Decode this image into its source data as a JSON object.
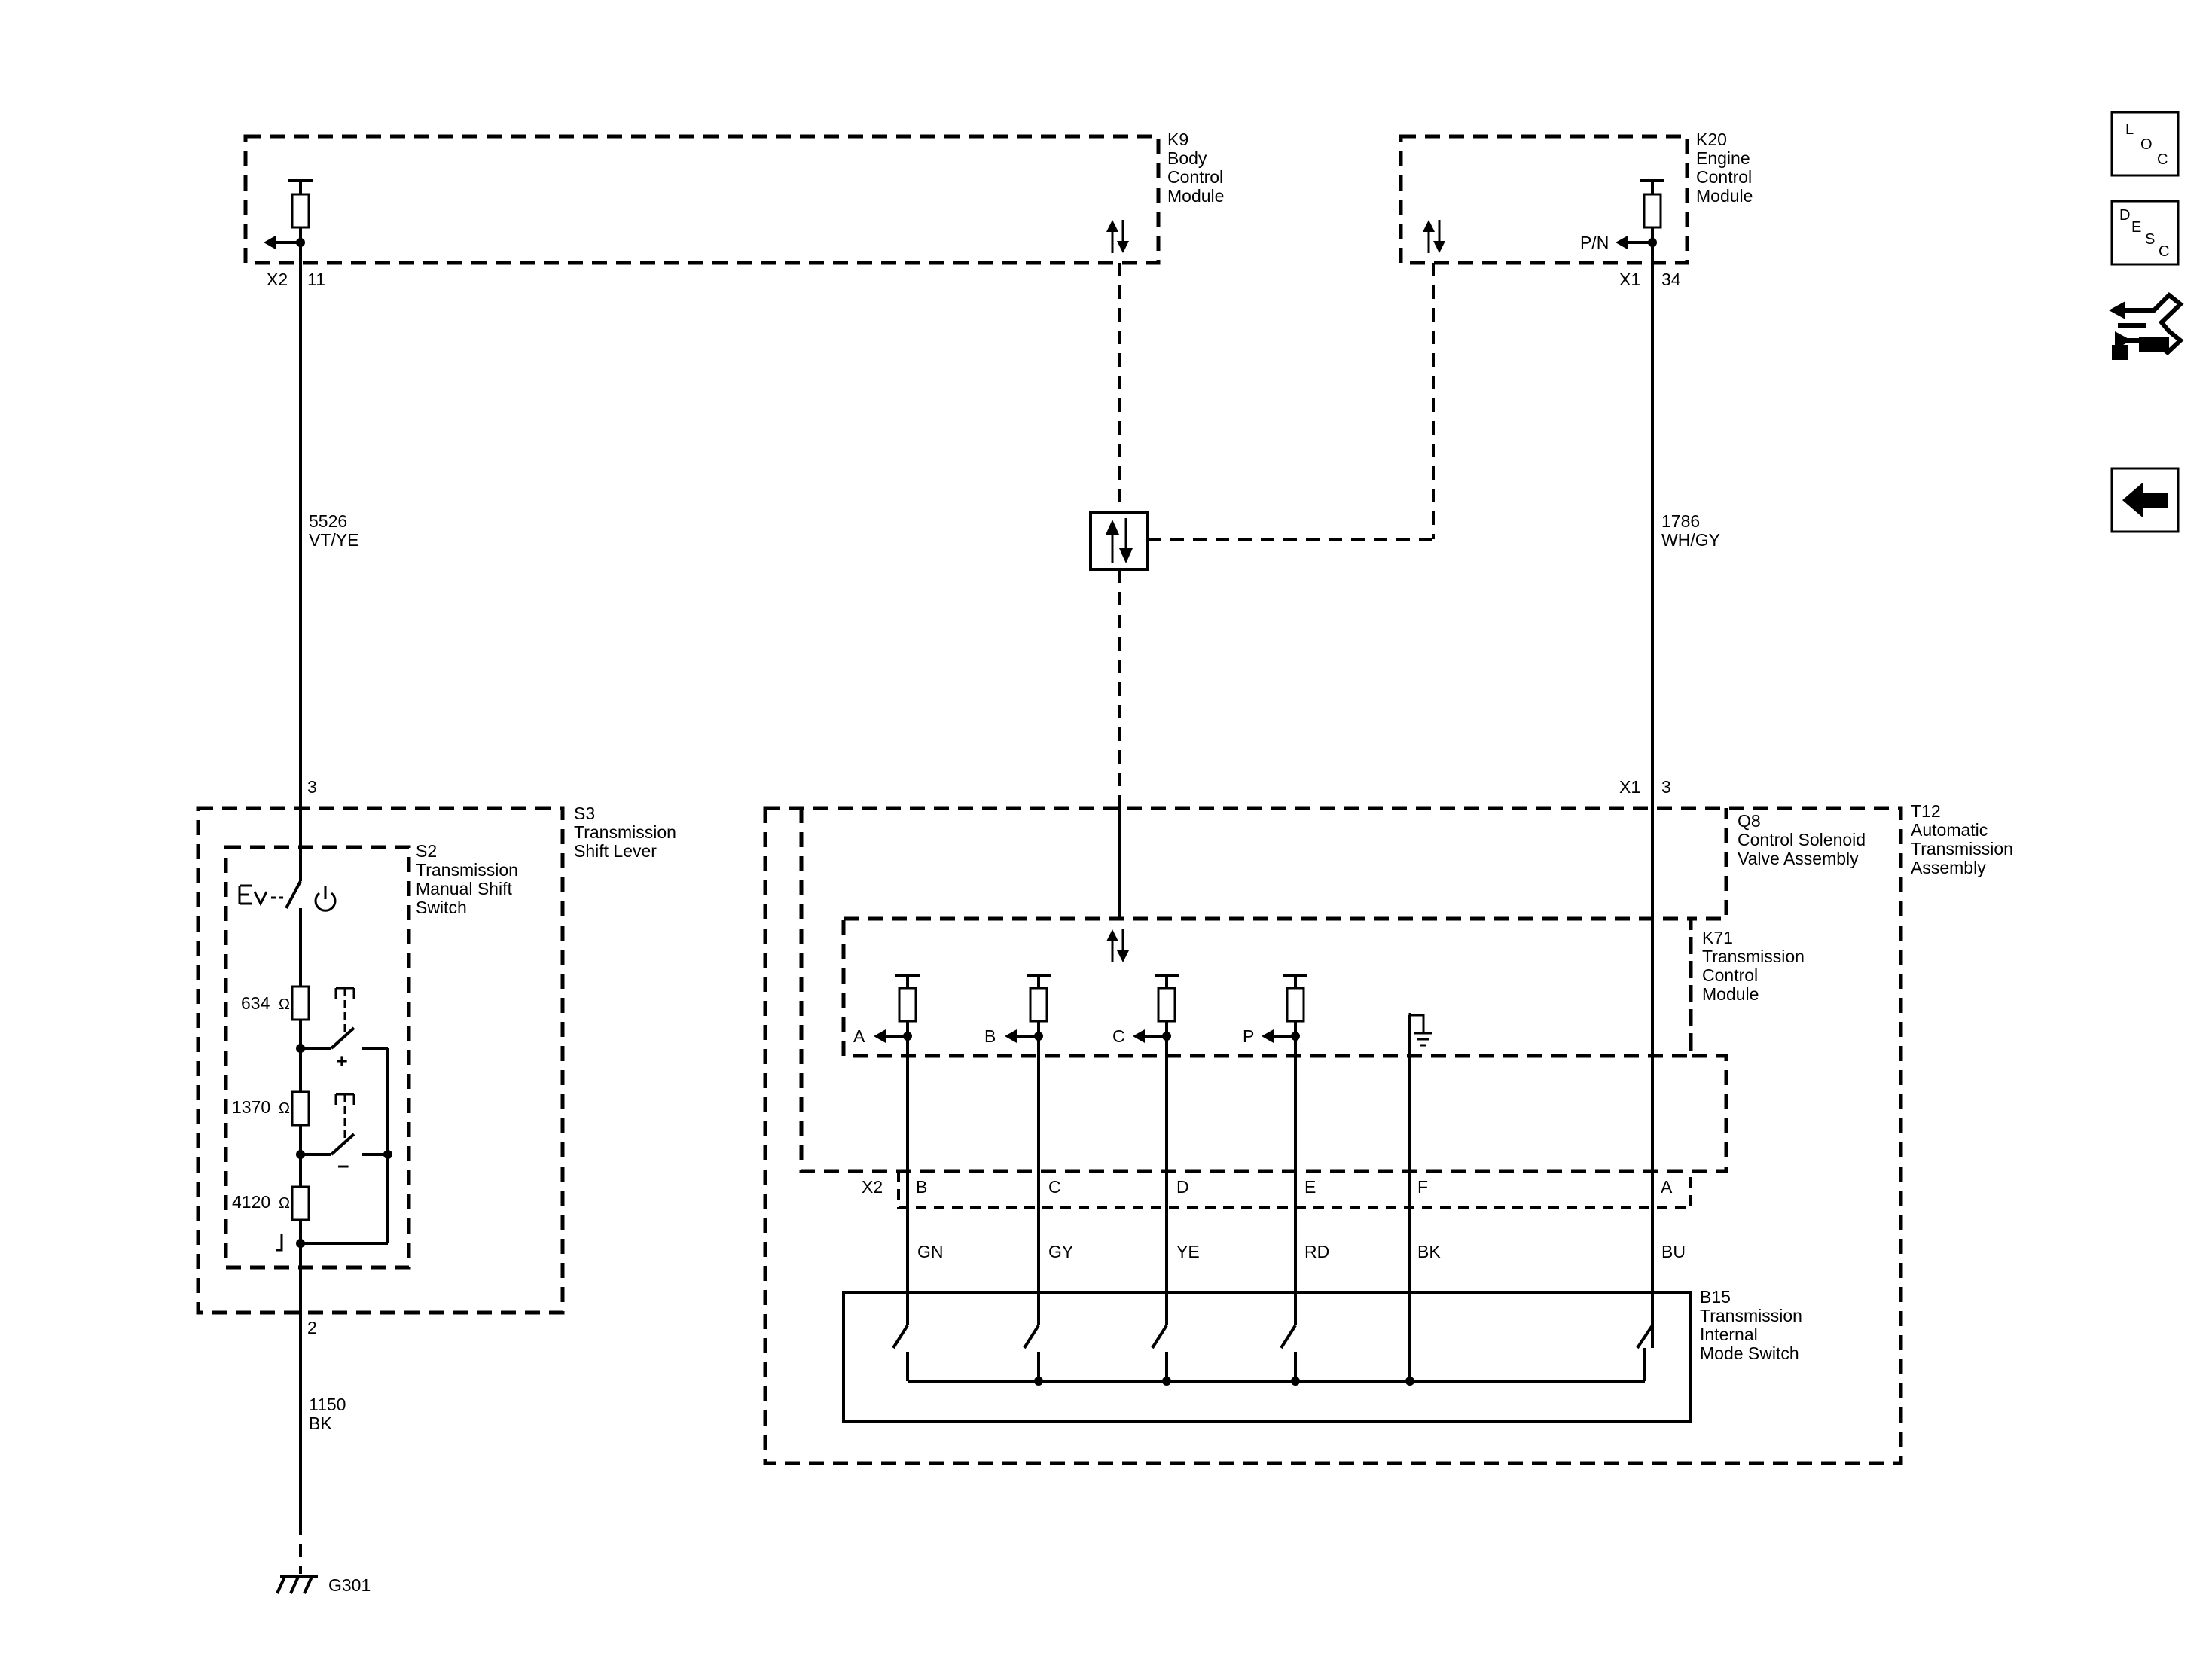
{
  "modules": {
    "k9": {
      "ref": "K9",
      "line1": "Body",
      "line2": "Control",
      "line3": "Module"
    },
    "k20": {
      "ref": "K20",
      "line1": "Engine",
      "line2": "Control",
      "line3": "Module"
    },
    "s3": {
      "ref": "S3",
      "line1": "Transmission",
      "line2": "Shift Lever"
    },
    "s2": {
      "ref": "S2",
      "line1": "Transmission",
      "line2": "Manual Shift",
      "line3": "Switch"
    },
    "q8": {
      "ref": "Q8",
      "line1": "Control Solenoid",
      "line2": "Valve Assembly"
    },
    "t12": {
      "ref": "T12",
      "line1": "Automatic",
      "line2": "Transmission",
      "line3": "Assembly"
    },
    "k71": {
      "ref": "K71",
      "line1": "Transmission",
      "line2": "Control",
      "line3": "Module"
    },
    "b15": {
      "ref": "B15",
      "line1": "Transmission",
      "line2": "Internal",
      "line3": "Mode Switch"
    }
  },
  "connectors": {
    "k9_conn": "X2",
    "k9_pin": "11",
    "k20_conn": "X1",
    "k20_pin": "34",
    "s3_top_pin": "3",
    "s3_bottom_pin": "2",
    "t12_conn": "X1",
    "t12_pin": "3",
    "k71_conn": "X2",
    "k71_pins": [
      "B",
      "C",
      "D",
      "E",
      "F",
      "A"
    ]
  },
  "wires": {
    "w5526": {
      "circuit": "5526",
      "color": "VT/YE"
    },
    "w1786": {
      "circuit": "1786",
      "color": "WH/GY"
    },
    "w1150": {
      "circuit": "1150",
      "color": "BK"
    },
    "colors": [
      "GN",
      "GY",
      "YE",
      "RD",
      "BK",
      "BU"
    ]
  },
  "signals": {
    "k20_signal": "P/N",
    "k71_outputs": [
      "A",
      "B",
      "C",
      "P"
    ]
  },
  "resistors": [
    "634",
    "1370",
    "4120"
  ],
  "ohm_symbol": "Ω",
  "switch_marks": {
    "plus": "+",
    "minus": "−"
  },
  "ground": {
    "label": "G301"
  },
  "nav": {
    "loc": {
      "l1": "L",
      "l2": "O",
      "l3": "C"
    },
    "desc": {
      "l1": "D",
      "l2": "E",
      "l3": "S",
      "l4": "C"
    }
  }
}
